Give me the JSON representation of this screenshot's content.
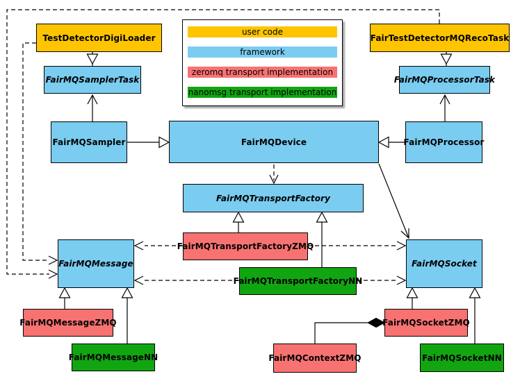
{
  "colors": {
    "user_code": "#FEC400",
    "framework": "#7ACCF0",
    "zeromq": "#F87272",
    "nanomsg": "#12A512",
    "edge": "#000000",
    "background": "#FFFFFF"
  },
  "legend": {
    "items": [
      {
        "label": "user code",
        "color": "#FEC400"
      },
      {
        "label": "framework",
        "color": "#7ACCF0"
      },
      {
        "label": "zeromq transport implementation",
        "color": "#F87272"
      },
      {
        "label": "nanomsg transport implementation",
        "color": "#12A512"
      }
    ]
  },
  "nodes": {
    "testDetectorDigiLoader": {
      "label": "TestDetectorDigiLoader",
      "category": "user code",
      "abstract": false
    },
    "fairTestDetectorMQRecoTask": {
      "label": "FairTestDetectorMQRecoTask",
      "category": "user code",
      "abstract": false
    },
    "fairMQSamplerTask": {
      "label": "FairMQSamplerTask",
      "category": "framework",
      "abstract": true
    },
    "fairMQProcessorTask": {
      "label": "FairMQProcessorTask",
      "category": "framework",
      "abstract": true
    },
    "fairMQSampler": {
      "label": "FairMQSampler",
      "category": "framework",
      "abstract": false
    },
    "fairMQDevice": {
      "label": "FairMQDevice",
      "category": "framework",
      "abstract": false
    },
    "fairMQProcessor": {
      "label": "FairMQProcessor",
      "category": "framework",
      "abstract": false
    },
    "fairMQTransportFactory": {
      "label": "FairMQTransportFactory",
      "category": "framework",
      "abstract": true
    },
    "fairMQTransportFactoryZMQ": {
      "label": "FairMQTransportFactoryZMQ",
      "category": "zeromq",
      "abstract": false
    },
    "fairMQTransportFactoryNN": {
      "label": "FairMQTransportFactoryNN",
      "category": "nanomsg",
      "abstract": false
    },
    "fairMQMessage": {
      "label": "FairMQMessage",
      "category": "framework",
      "abstract": true
    },
    "fairMQSocket": {
      "label": "FairMQSocket",
      "category": "framework",
      "abstract": true
    },
    "fairMQMessageZMQ": {
      "label": "FairMQMessageZMQ",
      "category": "zeromq",
      "abstract": false
    },
    "fairMQMessageNN": {
      "label": "FairMQMessageNN",
      "category": "nanomsg",
      "abstract": false
    },
    "fairMQSocketZMQ": {
      "label": "FairMQSocketZMQ",
      "category": "zeromq",
      "abstract": false
    },
    "fairMQSocketNN": {
      "label": "FairMQSocketNN",
      "category": "nanomsg",
      "abstract": false
    },
    "fairMQContextZMQ": {
      "label": "FairMQContextZMQ",
      "category": "zeromq",
      "abstract": false
    }
  },
  "edges": [
    {
      "from": "TestDetectorDigiLoader",
      "to": "FairMQSamplerTask",
      "style": "solid",
      "head": "hollow-triangle"
    },
    {
      "from": "FairMQSampler",
      "to": "FairMQSamplerTask",
      "style": "solid",
      "head": "open-vee"
    },
    {
      "from": "FairMQSampler",
      "to": "FairMQDevice",
      "style": "solid",
      "head": "hollow-triangle"
    },
    {
      "from": "FairTestDetectorMQRecoTask",
      "to": "FairMQProcessorTask",
      "style": "solid",
      "head": "hollow-triangle"
    },
    {
      "from": "FairMQProcessor",
      "to": "FairMQProcessorTask",
      "style": "solid",
      "head": "open-vee"
    },
    {
      "from": "FairMQProcessor",
      "to": "FairMQDevice",
      "style": "solid",
      "head": "hollow-triangle"
    },
    {
      "from": "FairMQDevice",
      "to": "FairMQTransportFactory",
      "style": "dashed",
      "head": "open-vee"
    },
    {
      "from": "FairMQDevice",
      "to": "FairMQSocket",
      "style": "solid",
      "head": "open-vee"
    },
    {
      "from": "FairMQTransportFactoryZMQ",
      "to": "FairMQTransportFactory",
      "style": "solid",
      "head": "hollow-triangle"
    },
    {
      "from": "FairMQTransportFactoryNN",
      "to": "FairMQTransportFactory",
      "style": "solid",
      "head": "hollow-triangle"
    },
    {
      "from": "FairMQTransportFactoryZMQ",
      "to": "FairMQMessage",
      "style": "dashed",
      "head": "open-vee"
    },
    {
      "from": "FairMQTransportFactoryZMQ",
      "to": "FairMQSocket",
      "style": "dashed",
      "head": "open-vee"
    },
    {
      "from": "FairMQTransportFactoryNN",
      "to": "FairMQMessage",
      "style": "dashed",
      "head": "open-vee"
    },
    {
      "from": "FairMQTransportFactoryNN",
      "to": "FairMQSocket",
      "style": "dashed",
      "head": "open-vee"
    },
    {
      "from": "TestDetectorDigiLoader",
      "to": "FairMQMessage",
      "style": "dashed",
      "head": "open-vee"
    },
    {
      "from": "FairTestDetectorMQRecoTask",
      "to": "FairMQMessage",
      "style": "dashed",
      "head": "open-vee"
    },
    {
      "from": "FairMQMessageZMQ",
      "to": "FairMQMessage",
      "style": "solid",
      "head": "hollow-triangle"
    },
    {
      "from": "FairMQMessageNN",
      "to": "FairMQMessage",
      "style": "solid",
      "head": "hollow-triangle"
    },
    {
      "from": "FairMQSocketZMQ",
      "to": "FairMQSocket",
      "style": "solid",
      "head": "hollow-triangle"
    },
    {
      "from": "FairMQSocketNN",
      "to": "FairMQSocket",
      "style": "solid",
      "head": "hollow-triangle"
    },
    {
      "from": "FairMQContextZMQ",
      "to": "FairMQSocketZMQ",
      "style": "solid",
      "head": "filled-diamond"
    }
  ]
}
